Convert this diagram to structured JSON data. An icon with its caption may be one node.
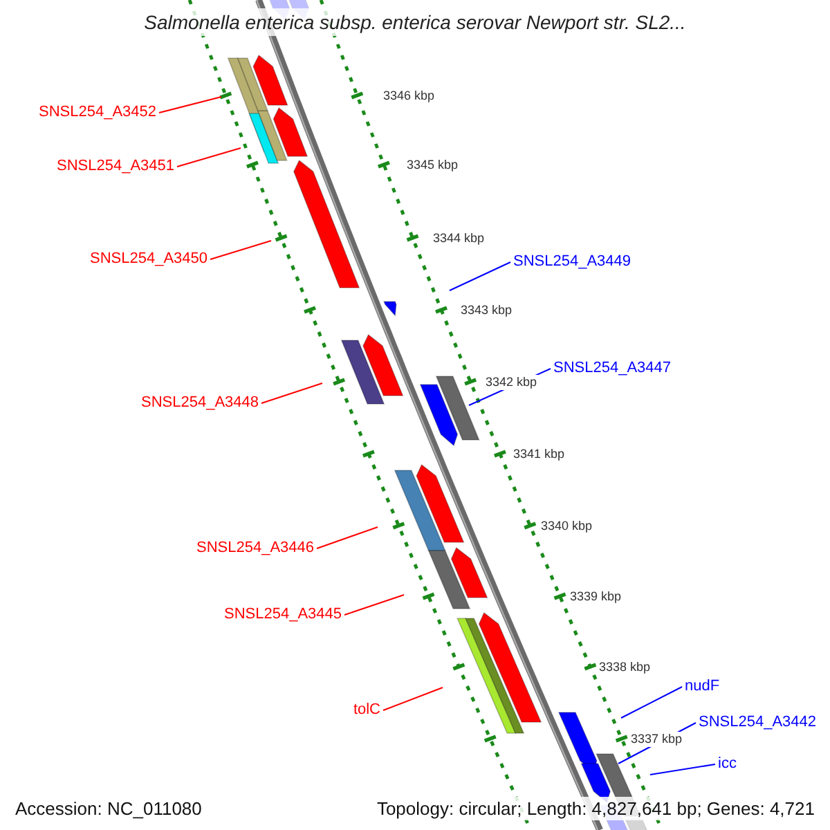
{
  "diagram": {
    "title": "Salmonella enterica subsp. enterica serovar Newport str. SL2...",
    "nodes": [
      {
        "text": [
          "SNSL254_A3452"
        ]
      },
      {
        "text": [
          "SNSL254_A3451"
        ]
      },
      {
        "text": [
          "SNSL254_A3450"
        ]
      },
      {
        "text": [
          "SNSL254_A3449"
        ]
      },
      {
        "text": [
          "SNSL254_A3448"
        ]
      },
      {
        "text": [
          "SNSL254_A3447"
        ]
      },
      {
        "text": [
          "SNSL254_A3446"
        ]
      },
      {
        "text": [
          "SNSL254_A3445"
        ]
      },
      {
        "text": [
          "tolC"
        ]
      },
      {
        "text": [
          "nudF"
        ]
      },
      {
        "text": [
          "SNSL254_A3442"
        ]
      },
      {
        "text": [
          "icc"
        ]
      }
    ],
    "edges": [
      {
        "from": 0,
        "to": null,
        "arrow": "none"
      },
      {
        "from": 1,
        "to": null,
        "arrow": "none"
      },
      {
        "from": 2,
        "to": null,
        "arrow": "none"
      },
      {
        "from": 3,
        "to": null,
        "arrow": "none",
        "color": "#0000ff"
      },
      {
        "from": 4,
        "to": null,
        "arrow": "none"
      },
      {
        "from": 5,
        "to": null,
        "arrow": "none",
        "color": "#0000ff"
      },
      {
        "from": 6,
        "to": null,
        "arrow": "none"
      },
      {
        "from": 7,
        "to": null,
        "arrow": "none"
      },
      {
        "from": 8,
        "to": null,
        "arrow": "none"
      },
      {
        "from": 9,
        "to": null,
        "arrow": "none",
        "color": "#0000ff"
      },
      {
        "from": 10,
        "to": null,
        "arrow": "none",
        "color": "#0000ff"
      },
      {
        "from": 11,
        "to": null,
        "arrow": "none",
        "color": "#0000ff"
      }
    ],
    "labels": [
      "3346 kbp",
      "3345 kbp",
      "3344 kbp",
      "3343 kbp",
      "3342 kbp",
      "3341 kbp",
      "3340 kbp",
      "3339 kbp",
      "3338 kbp",
      "3337 kbp",
      "Accession: NC_011080",
      "Topology: circular; Length: 4,827,641 bp; Genes: 4,721"
    ]
  }
}
